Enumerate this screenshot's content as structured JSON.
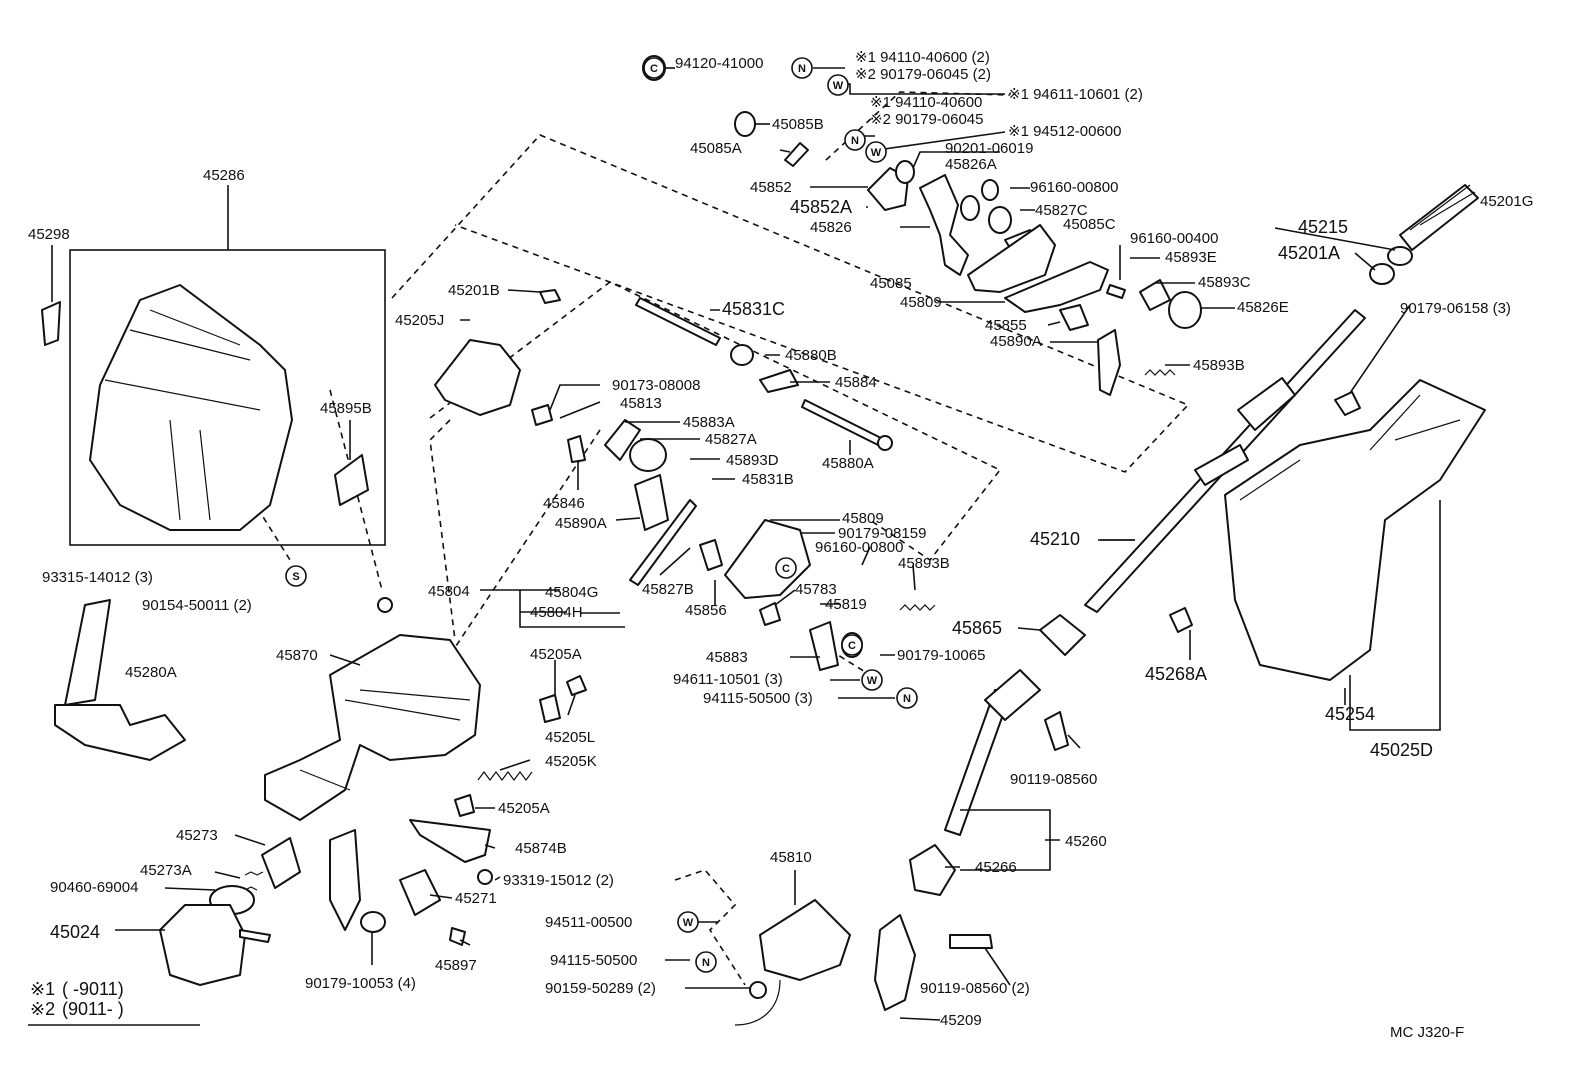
{
  "diagram_code": "MC J320-F",
  "footnotes": [
    {
      "mark": "※1",
      "text": "(       -9011)"
    },
    {
      "mark": "※2",
      "text": "(9011-       )"
    }
  ],
  "symbols": {
    "circlip": "C",
    "nut": "N",
    "washer": "W",
    "screw": "S"
  },
  "labels": {
    "p94120": "94120-41000",
    "n1a": "※1 94110-40600 (2)",
    "n2a": "※2 90179-06045 (2)",
    "w1": "※1 94611-10601 (2)",
    "n1b": "※1 94110-40600",
    "n2b": "※2 90179-06045",
    "w2": "※1 94512-00600",
    "p45085B": "45085B",
    "p45085A": "45085A",
    "p90201": "90201-06019",
    "p45826A": "45826A",
    "p45852": "45852",
    "p96160a": "96160-00800",
    "p45852A": "45852A",
    "p45827C": "45827C",
    "p45826": "45826",
    "p45085C": "45085C",
    "p96160b": "96160-00400",
    "p45893E": "45893E",
    "p45085": "45085",
    "p45893C": "45893C",
    "p45809a": "45809",
    "p45826E": "45826E",
    "p45855": "45855",
    "p45890A_r": "45890A",
    "p45893B_r": "45893B",
    "p45201G": "45201G",
    "p45215": "45215",
    "p45201A": "45201A",
    "p90179_06158": "90179-06158 (3)",
    "p45286": "45286",
    "p45298": "45298",
    "p45895B": "45895B",
    "p93315": "93315-14012 (3)",
    "p90154": "90154-50011 (2)",
    "p45280A": "45280A",
    "p45201B": "45201B",
    "p45205J": "45205J",
    "p45831C": "45831C",
    "p45880B": "45880B",
    "p90173": "90173-08008",
    "p45884": "45884",
    "p45813": "45813",
    "p45883A": "45883A",
    "p45827A": "45827A",
    "p45893D": "45893D",
    "p45831B": "45831B",
    "p45880A": "45880A",
    "p45846": "45846",
    "p45890A_c": "45890A",
    "p45809b": "45809",
    "p90179_08159": "90179-08159",
    "p96160c": "96160-00800",
    "p45893B_c": "45893B",
    "p45804": "45804",
    "p45804G": "45804G",
    "p45804H": "45804H",
    "p45827B": "45827B",
    "p45856": "45856",
    "p45783": "45783",
    "p45819": "45819",
    "p45883": "45883",
    "p90179_10065": "90179-10065",
    "p94611": "94611-10501 (3)",
    "p94115a": "94115-50500 (3)",
    "p45870": "45870",
    "p45205A_t": "45205A",
    "p45205L": "45205L",
    "p45205K": "45205K",
    "p45205A_b": "45205A",
    "p45874B": "45874B",
    "p93319": "93319-15012 (2)",
    "p45273": "45273",
    "p45273A": "45273A",
    "p90460": "90460-69004",
    "p45024": "45024",
    "p45271": "45271",
    "p45897": "45897",
    "p90179_10053": "90179-10053 (4)",
    "p45810": "45810",
    "p94511": "94511-00500",
    "p94115b": "94115-50500",
    "p90159": "90159-50289 (2)",
    "p45210": "45210",
    "p45865": "45865",
    "p90119a": "90119-08560",
    "p45260": "45260",
    "p45266": "45266",
    "p90119b": "90119-08560 (2)",
    "p45209": "45209",
    "p45268A": "45268A",
    "p45254": "45254",
    "p45025D": "45025D"
  }
}
